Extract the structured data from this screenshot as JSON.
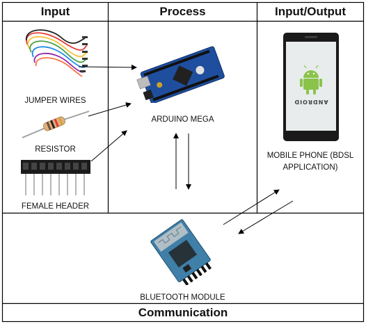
{
  "headers": {
    "input": "Input",
    "process": "Process",
    "input_output": "Input/Output",
    "communication": "Communication"
  },
  "components": {
    "jumper_wires": "JUMPER WIRES",
    "resistor": "RESISTOR",
    "female_header": "FEMALE HEADER",
    "arduino_mega": "ARDUINO MEGA",
    "mobile_phone_line1": "MOBILE PHONE (BDSL",
    "mobile_phone_line2": "APPLICATION)",
    "bluetooth_module": "BLUETOOTH MODULE"
  },
  "phone_brand": "ANDROID",
  "colors": {
    "border": "#000000",
    "arduino_board": "#1f4e9e",
    "android_green": "#8bc34a",
    "phone_screen": "#e8ecec",
    "bt_board": "#3f7fa8",
    "wire_colors": [
      "#e53935",
      "#fbc02d",
      "#43a047",
      "#1e88e5",
      "#8e24aa",
      "#ff7043",
      "#212121"
    ]
  }
}
